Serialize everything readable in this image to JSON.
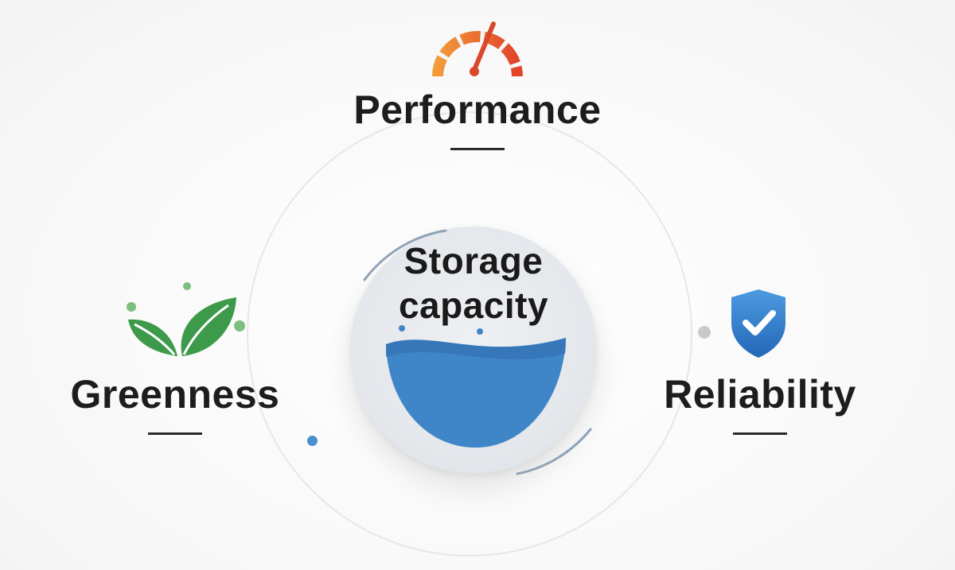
{
  "diagram": {
    "center": {
      "line1": "Storage",
      "line2": "capacity",
      "icon": "water-level-icon",
      "color": "#3f86c8"
    },
    "nodes": [
      {
        "label": "Performance",
        "icon": "speedometer-icon",
        "color": "#e8562a"
      },
      {
        "label": "Greenness",
        "icon": "leaves-icon",
        "color": "#3d9a4a"
      },
      {
        "label": "Reliability",
        "icon": "shield-check-icon",
        "color": "#2f7fcf"
      }
    ]
  }
}
